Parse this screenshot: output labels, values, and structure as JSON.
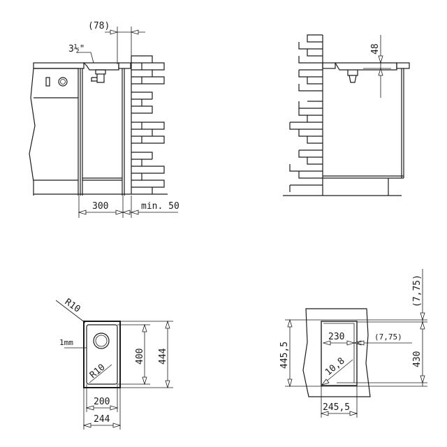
{
  "views": {
    "side_left": {
      "dim_top": "(78)",
      "dim_tap": "3½\"",
      "dim_cabinet": "300",
      "dim_wall": "min. 50"
    },
    "side_right": {
      "dim_depth": "48"
    },
    "plan_sink": {
      "radius_outer": "R10",
      "radius_inner": "R10",
      "thickness": "1mm",
      "bowl_height": "400",
      "total_height": "444",
      "bowl_width": "200",
      "total_width": "244"
    },
    "cutout": {
      "height": "445,5",
      "inner_width": "230",
      "offset_side": "(7,75)",
      "offset_top": "(7,75)",
      "inner_height": "430",
      "corner_radius": "10,8",
      "width": "245,5"
    }
  }
}
